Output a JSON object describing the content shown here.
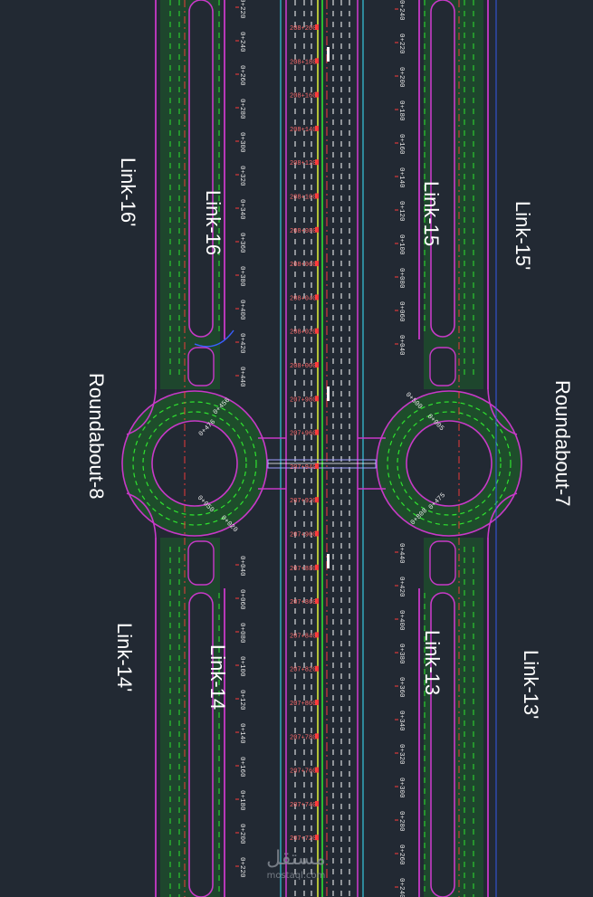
{
  "labels": {
    "link16p": "Link-16'",
    "link16": "Link-16",
    "link15": "Link-15",
    "link15p": "Link-15'",
    "roundabout8": "Roundabout-8",
    "roundabout7": "Roundabout-7",
    "link14p": "Link-14'",
    "link14": "Link-14",
    "link13": "Link-13",
    "link13p": "Link-13'"
  },
  "chainage": {
    "left_top": [
      "0+220",
      "0+240",
      "0+260",
      "0+280",
      "0+300",
      "0+320",
      "0+340",
      "0+360",
      "0+380",
      "0+400",
      "0+420",
      "0+440"
    ],
    "right_top": [
      "0+240",
      "0+220",
      "0+200",
      "0+180",
      "0+160",
      "0+140",
      "0+120",
      "0+100",
      "0+080",
      "0+060",
      "0+040"
    ],
    "center": [
      "208+200",
      "208+180",
      "208+160",
      "208+140",
      "208+120",
      "208+100",
      "208+080",
      "208+060",
      "208+040",
      "208+020",
      "208+000",
      "207+980",
      "207+960",
      "207+940",
      "207+920",
      "207+900",
      "207+880",
      "207+860",
      "207+840",
      "207+820",
      "207+800",
      "207+780",
      "207+760",
      "207+740",
      "207+720"
    ],
    "left_bottom": [
      "0+040",
      "0+060",
      "0+080",
      "0+100",
      "0+120",
      "0+140",
      "0+160",
      "0+180",
      "0+200",
      "0+220"
    ],
    "right_bottom": [
      "0+440",
      "0+420",
      "0+400",
      "0+380",
      "0+360",
      "0+340",
      "0+320",
      "0+300",
      "0+280",
      "0+260",
      "0+240"
    ],
    "rb8_marks": [
      "0+476",
      "0+456",
      "0+050",
      "0+020"
    ],
    "rb7_marks": [
      "0+500",
      "0+005",
      "0+808",
      "0+475"
    ]
  },
  "watermark": {
    "arabic": "مستقل",
    "url": "mostaql.com"
  },
  "colors": {
    "background": "#222933",
    "white": "#ffffff",
    "green": "#2fe22f",
    "dark_green": "#1d5a2a",
    "magenta": "#c839c8",
    "red": "#ff3b3b",
    "cyan": "#36c8e0",
    "blue": "#3a5fff",
    "yellow": "#d8e63a"
  }
}
